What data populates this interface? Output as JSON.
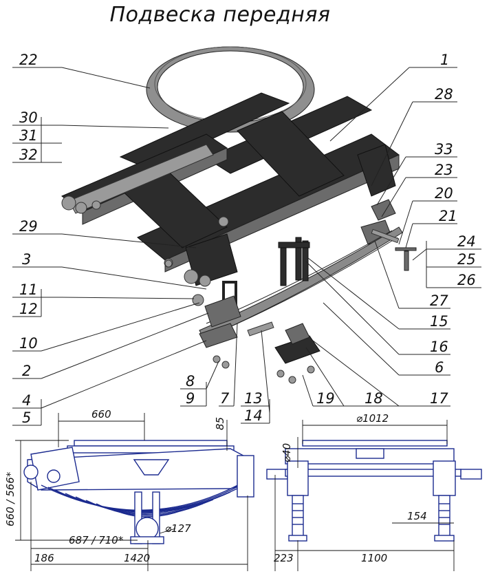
{
  "title": "Подвеска передняя",
  "callouts": {
    "c1": "1",
    "c2": "2",
    "c3": "3",
    "c4": "4",
    "c5": "5",
    "c6": "6",
    "c7": "7",
    "c8": "8",
    "c9": "9",
    "c10": "10",
    "c11": "11",
    "c12": "12",
    "c13": "13",
    "c14": "14",
    "c15": "15",
    "c16": "16",
    "c17": "17",
    "c18": "18",
    "c19": "19",
    "c20": "20",
    "c21": "21",
    "c22": "22",
    "c23": "23",
    "c24": "24",
    "c25": "25",
    "c26": "26",
    "c27": "27",
    "c28": "28",
    "c29": "29",
    "c30": "30",
    "c31": "31",
    "c32": "32",
    "c33": "33"
  },
  "dimensions": {
    "d660": "660",
    "d85": "85",
    "d660_566": "660 / 566*",
    "d687_710": "687 / 710*",
    "d127": "⌀127",
    "d186": "186",
    "d1420": "1420",
    "d40": "⌀40",
    "d1012": "⌀1012",
    "d154": "154",
    "d223": "223",
    "d1100": "1100"
  }
}
